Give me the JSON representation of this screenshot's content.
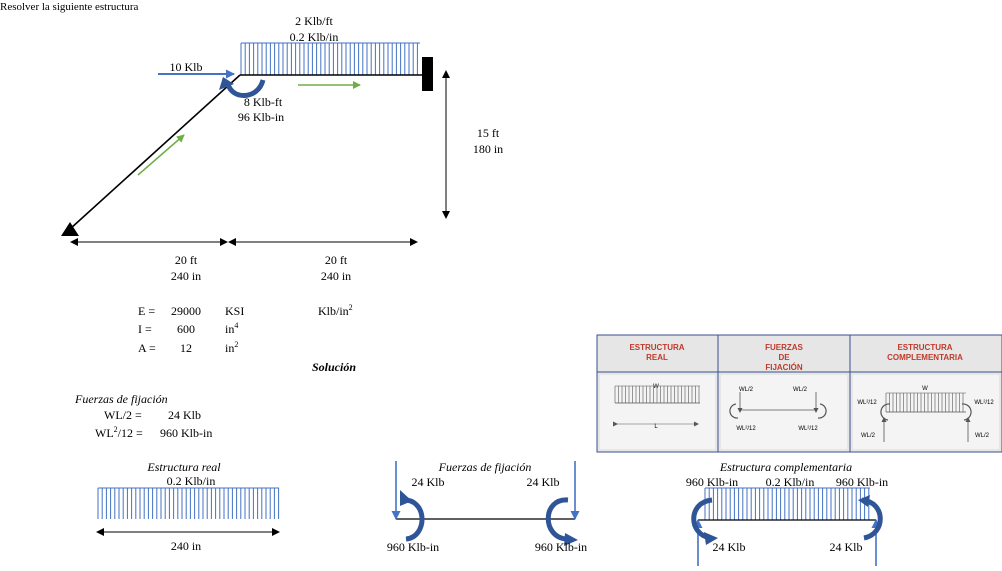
{
  "header": {
    "title": "Resolver la siguiente estructura"
  },
  "frame": {
    "load_distributed_ft": "2 Klb/ft",
    "load_distributed_in": "0.2 Klb/in",
    "load_point": "10 Klb",
    "moment_ft": "8 Klb-ft",
    "moment_in": "96 Klb-in",
    "height_ft": "15 ft",
    "height_in": "180 in",
    "span1_ft": "20 ft",
    "span1_in": "240 in",
    "span2_ft": "20 ft",
    "span2_in": "240 in"
  },
  "properties": {
    "E": {
      "label": "E =",
      "value": "29000",
      "unit": "KSI",
      "alt_unit": "Klb/in",
      "alt_exp": "2"
    },
    "I": {
      "label": "I =",
      "value": "600",
      "unit": "in",
      "exp": "4"
    },
    "A": {
      "label": "A =",
      "value": "12",
      "unit": "in",
      "exp": "2"
    }
  },
  "solution": {
    "title": "Solución"
  },
  "fixing": {
    "title": "Fuerzas de fijación",
    "wl2_label": "WL/2 =",
    "wl2_value": "24 Klb",
    "wl12_label_a": "WL",
    "wl12_label_exp": "2",
    "wl12_label_b": "/12 =",
    "wl12_value": "960 Klb-in"
  },
  "reference_table": {
    "headers": [
      "ESTRUCTURA REAL",
      "FUERZAS DE FIJACIÓN",
      "ESTRUCTURA COMPLEMENTARIA"
    ],
    "w": "W",
    "l": "L",
    "wl2": "WL/2",
    "wl12": "WL²/12"
  },
  "real": {
    "title": "Estructura real",
    "load": "0.2 Klb/in",
    "length": "240 in"
  },
  "fix_diagram": {
    "title": "Fuerzas de fijación",
    "force_left": "24 Klb",
    "force_right": "24 Klb",
    "moment_left": "960 Klb-in",
    "moment_right": "960 Klb-in"
  },
  "complementary": {
    "title": "Estructura complementaria",
    "moment_left": "960 Klb-in",
    "load": "0.2 Klb/in",
    "moment_right": "960 Klb-in",
    "force_left": "24 Klb",
    "force_right": "24 Klb"
  },
  "colors": {
    "load": "#4472c4",
    "arrow_green": "#70ad47",
    "table_header": "#c0392b",
    "table_border": "#3b4f8f"
  }
}
